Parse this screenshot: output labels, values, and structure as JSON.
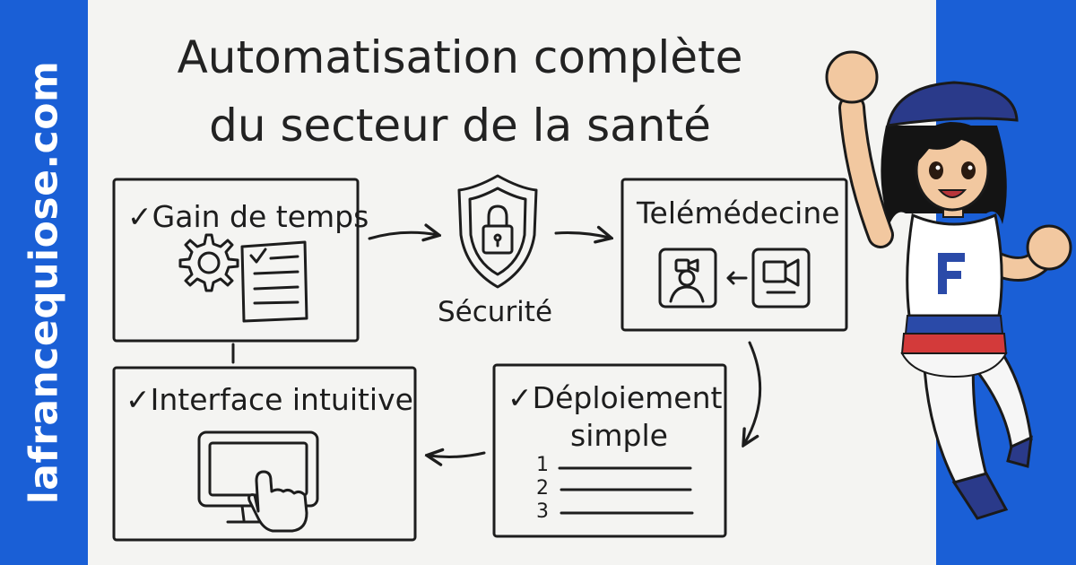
{
  "site": {
    "name": "lafrancequiose.com"
  },
  "title": {
    "line1": "Automatisation complète",
    "line2": "du secteur de la santé"
  },
  "boxes": {
    "gain": {
      "check": "✓",
      "label": "Gain de temps"
    },
    "tele": {
      "label": "Telémédecine"
    },
    "interface": {
      "check": "✓",
      "label": "Interface intuitive"
    },
    "deploy": {
      "check": "✓",
      "label_line1": "Déploiement",
      "label_line2": "simple",
      "steps": [
        "1",
        "2",
        "3"
      ]
    }
  },
  "security": {
    "label": "Sécurité"
  },
  "colors": {
    "brand_blue": "#1a5fd6",
    "paper": "#f4f4f2",
    "ink": "#1d1d1d"
  },
  "icons": [
    "gear-icon",
    "checklist-document-icon",
    "shield-lock-icon",
    "video-call-patient-icon",
    "video-call-camera-icon",
    "touchscreen-hand-icon",
    "numbered-list-icon",
    "mascot-character"
  ]
}
